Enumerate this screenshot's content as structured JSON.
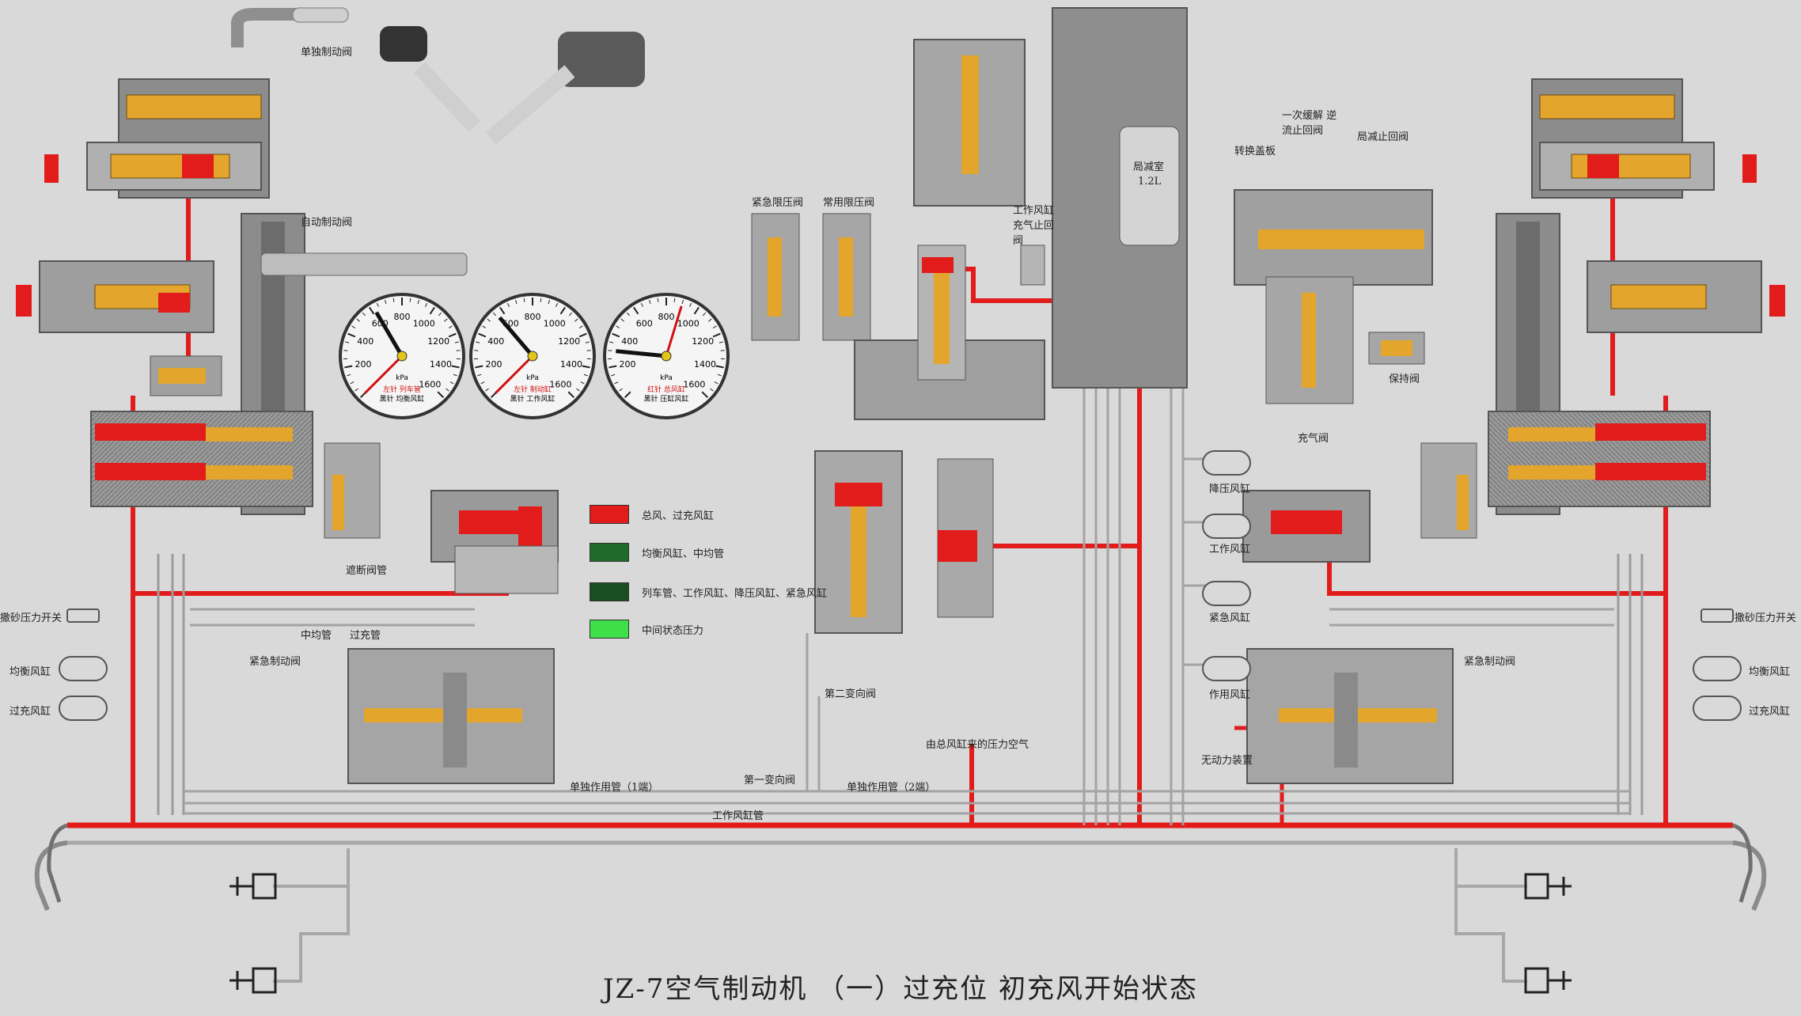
{
  "caption": "JZ-7空气制动机 （一）过充位 初充风开始状态",
  "colors": {
    "background": "#d9d9d9",
    "main_red": "#e21b1b",
    "dark_green": "#1f6b2a",
    "darker_green": "#1a4d22",
    "bright_green": "#3ee04a",
    "component_gray": "#8c8c8c",
    "brass": "#e3a52b"
  },
  "legend": [
    {
      "label": "总风、过充风缸",
      "color": "#e21b1b"
    },
    {
      "label": "均衡风缸、中均管",
      "color": "#1f6b2a"
    },
    {
      "label": "列车管、工作风缸、降压风缸、紧急风缸",
      "color": "#1a4d22"
    },
    {
      "label": "中间状态压力",
      "color": "#3ee04a"
    }
  ],
  "gauges": [
    {
      "ticks": [
        "200",
        "400",
        "600",
        "800",
        "1000",
        "1200",
        "1400",
        "1600"
      ],
      "unit": "kPa",
      "label_red": "左针 列车管",
      "label_black": "黑针 均衡风缸",
      "black_needle": 620,
      "red_needle": 0
    },
    {
      "ticks": [
        "200",
        "400",
        "600",
        "800",
        "1000",
        "1200",
        "1400",
        "1600"
      ],
      "unit": "kPa",
      "label_red": "左针 制动缸",
      "label_black": "黑针 工作风缸",
      "black_needle": 560,
      "red_needle": 0
    },
    {
      "ticks": [
        "200",
        "400",
        "600",
        "800",
        "1000",
        "1200",
        "1400",
        "1600"
      ],
      "unit": "kPa",
      "label_red": "红针 总风缸",
      "label_black": "黑针 压缸风缸",
      "black_needle": 300,
      "red_needle": 900
    }
  ],
  "labels": {
    "single_brake_valve": "单独制动阀",
    "auto_brake_valve": "自动制动阀",
    "emergency_limit_valve": "紧急限压阀",
    "service_limit_valve": "常用限压阀",
    "work_reservoir_charge_stop_valve": "工作风缸 充气止回阀",
    "local_reduction_chamber": "局减室",
    "local_reduction_volume": "1.2L",
    "one_time_release_check_valve": "一次缓解 逆流止回阀",
    "local_reduction_check_valve": "局减止回阀",
    "transfer_cover": "转换盖板",
    "holding_valve": "保持阀",
    "charge_valve": "充气阀",
    "pressure_reduction_reservoir": "降压风缸",
    "work_reservoir": "工作风缸",
    "emergency_reservoir": "紧急风缸",
    "action_reservoir": "作用风缸",
    "no_power_device": "无动力装置",
    "cut_valve_pipe": "遮断阀管",
    "middle_equalizing_pipe": "中均管",
    "overcharge_pipe": "过充管",
    "emergency_brake_valve_left": "紧急制动阀",
    "emergency_brake_valve_right": "紧急制动阀",
    "sanding_switch_left": "撒砂压力开关",
    "sanding_switch_right": "撒砂压力开关",
    "equalizing_reservoir_left": "均衡风缸",
    "overcharge_reservoir_left": "过充风缸",
    "equalizing_reservoir_right": "均衡风缸",
    "overcharge_reservoir_right": "过充风缸",
    "second_change_valve": "第二变向阀",
    "first_change_valve": "第一变向阀",
    "main_reservoir_air": "由总风缸来的压力空气",
    "single_action_pipe_1": "单独作用管（1端）",
    "single_action_pipe_2": "单独作用管（2端）",
    "work_reservoir_pipe": "工作风缸管"
  }
}
